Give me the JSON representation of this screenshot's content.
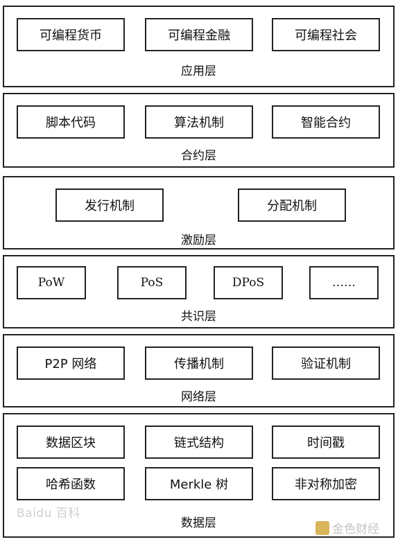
{
  "layers": [
    {
      "label": "应用层",
      "boxes": [
        "可编程货币",
        "可编程金融",
        "可编程社会"
      ]
    },
    {
      "label": "合约层",
      "boxes": [
        "脚本代码",
        "算法机制",
        "智能合约"
      ]
    },
    {
      "label": "激励层",
      "boxes": [
        "发行机制",
        "分配机制"
      ]
    },
    {
      "label": "共识层",
      "boxes": [
        "PoW",
        "PoS",
        "DPoS",
        "……"
      ]
    },
    {
      "label": "网络层",
      "boxes": [
        "P2P 网络",
        "传播机制",
        "验证机制"
      ]
    },
    {
      "label": "数据层",
      "boxes": [
        "数据区块",
        "链式结构",
        "时间戳",
        "哈希函数",
        "Merkle 树",
        "非对称加密"
      ]
    }
  ],
  "watermarks": {
    "left": "Baidu 百科",
    "right": "金色财经"
  }
}
